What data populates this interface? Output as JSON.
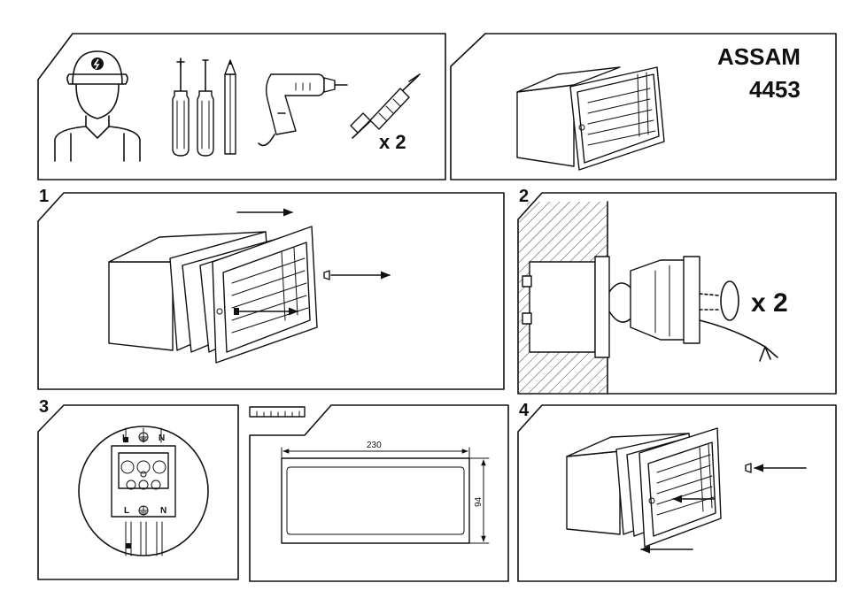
{
  "header": {
    "brand_name": "ASSAM",
    "model_number": "4453",
    "plug_quantity": "x 2"
  },
  "steps": [
    {
      "number": "1"
    },
    {
      "number": "2",
      "screw_quantity": "x 2"
    },
    {
      "number": "3",
      "terminal_labels_top": [
        "L",
        "N"
      ],
      "terminal_labels_bottom": [
        "L",
        "N"
      ]
    },
    {
      "number": "4"
    }
  ],
  "dimensions": {
    "width": "230",
    "height": "94"
  },
  "icons": [
    "electrician-icon",
    "screwdriver-icon",
    "pencil-icon",
    "drill-icon",
    "wall-plug-icon",
    "ground-icon",
    "ruler-icon"
  ]
}
